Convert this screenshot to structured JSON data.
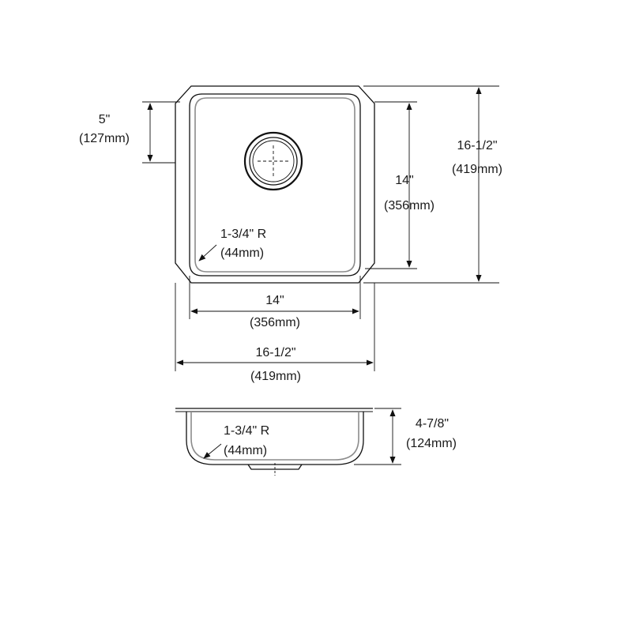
{
  "top_view": {
    "side_offset": {
      "inch": "5\"",
      "mm": "(127mm)"
    },
    "bowl_height": {
      "inch": "14\"",
      "mm": "(356mm)"
    },
    "overall_height": {
      "inch": "16-1/2\"",
      "mm": "(419mm)"
    },
    "corner_radius": {
      "inch": "1-3/4\" R",
      "mm": "(44mm)"
    },
    "bowl_width": {
      "inch": "14\"",
      "mm": "(356mm)"
    },
    "overall_width": {
      "inch": "16-1/2\"",
      "mm": "(419mm)"
    }
  },
  "side_view": {
    "corner_radius": {
      "inch": "1-3/4\" R",
      "mm": "(44mm)"
    },
    "depth": {
      "inch": "4-7/8\"",
      "mm": "(124mm)"
    }
  }
}
